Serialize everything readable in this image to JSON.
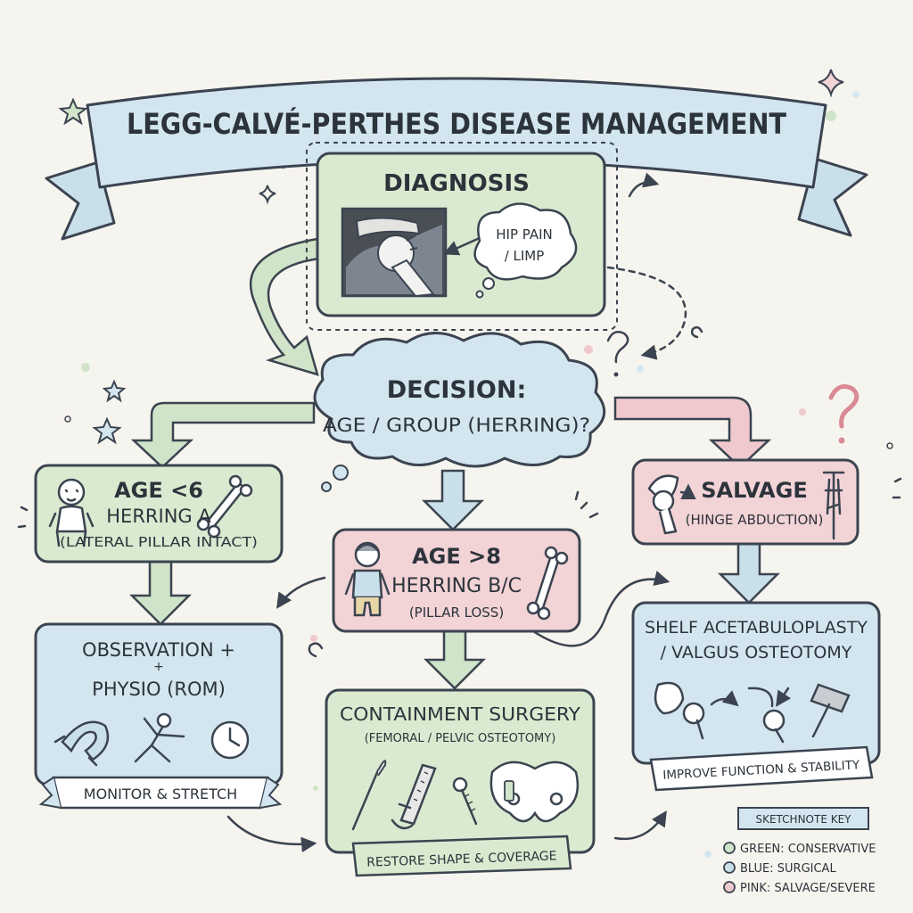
{
  "title": "LEGG-CALVÉ-PERTHES DISEASE MANAGEMENT",
  "colors": {
    "green": "#d9ead0",
    "blue": "#d3e6ef",
    "pink": "#f2d3d6",
    "ink": "#3b4450",
    "paper": "#f6f4ee"
  },
  "nodes": {
    "diagnosis": {
      "title": "DIAGNOSIS",
      "bubble_line1": "HIP PAIN",
      "bubble_line2": "/ LIMP"
    },
    "decision": {
      "line1": "DECISION:",
      "line2": "AGE / GROUP (HERRING)?"
    },
    "young": {
      "line1": "AGE <6",
      "line2": "HERRING A",
      "line3": "(LATERAL PILLAR INTACT)"
    },
    "older": {
      "line1": "AGE >8",
      "line2": "HERRING B/C",
      "line3": "(PILLAR LOSS)"
    },
    "salvage": {
      "line1": "SALVAGE",
      "line2": "(HINGE ABDUCTION)"
    },
    "observation": {
      "line1": "OBSERVATION +",
      "line2": "+",
      "line3": "PHYSIO (ROM)",
      "banner": "MONITOR & STRETCH"
    },
    "containment": {
      "line1": "CONTAINMENT SURGERY",
      "line2": "(FEMORAL / PELVIC OSTEOTOMY)",
      "banner": "RESTORE SHAPE & COVERAGE"
    },
    "shelf": {
      "line1": "SHELF ACETABULOPLASTY",
      "line2": "/ VALGUS OSTEOTOMY",
      "banner": "IMPROVE FUNCTION & STABILITY"
    }
  },
  "key": {
    "title": "SKETCHNOTE KEY",
    "items": [
      {
        "color_name": "GREEN:",
        "meaning": "CONSERVATIVE",
        "color": "#cfe4c8"
      },
      {
        "color_name": "BLUE:",
        "meaning": "SURGICAL",
        "color": "#c9dfe9"
      },
      {
        "color_name": "PINK:",
        "meaning": "SALVAGE/SEVERE",
        "color": "#efc9cd"
      }
    ]
  },
  "icons": {
    "diagnosis": [
      "hip-xray-icon",
      "thought-bubble-icon"
    ],
    "young": [
      "baby-icon",
      "bone-icon"
    ],
    "older": [
      "child-icon",
      "bone-icon"
    ],
    "salvage": [
      "hip-joint-icon",
      "crutch-icon"
    ],
    "observation": [
      "resistance-band-icon",
      "stretching-figure-icon",
      "clock-icon"
    ],
    "containment": [
      "scalpel-icon",
      "bone-saw-icon",
      "screw-icon",
      "pelvis-plate-icon"
    ],
    "shelf": [
      "acetabulum-before-icon",
      "acetabulum-after-icon",
      "hammer-icon"
    ]
  }
}
